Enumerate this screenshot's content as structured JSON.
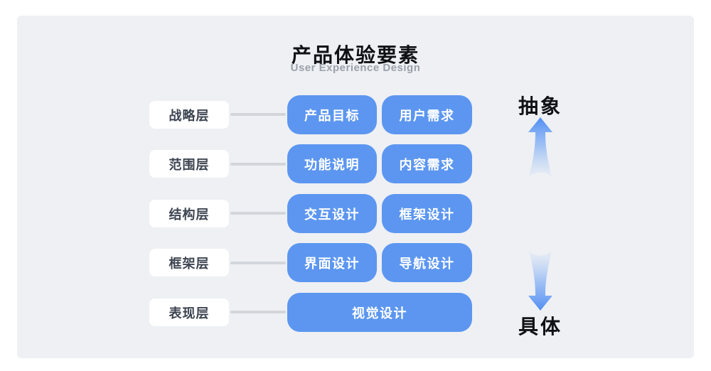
{
  "page": {
    "title": "产品体验要素",
    "subtitle": "User Experience Design"
  },
  "rows": [
    {
      "label": "战略层",
      "boxes": [
        "产品目标",
        "用户需求"
      ]
    },
    {
      "label": "范围层",
      "boxes": [
        "功能说明",
        "内容需求"
      ]
    },
    {
      "label": "结构层",
      "boxes": [
        "交互设计",
        "框架设计"
      ]
    },
    {
      "label": "框架层",
      "boxes": [
        "界面设计",
        "导航设计"
      ]
    },
    {
      "label": "表现层",
      "boxes": [
        "视觉设计"
      ]
    }
  ],
  "axis": {
    "top": "抽象",
    "bottom": "具体"
  },
  "colors": {
    "card_bg": "#eef0f4",
    "box_blue": "#5c96f0",
    "label_bg": "#ffffff",
    "label_text": "#3d4451",
    "connector": "#d2d5da",
    "subtitle_text": "#9ba1aa",
    "arrow_blue": "#4f8df2"
  }
}
